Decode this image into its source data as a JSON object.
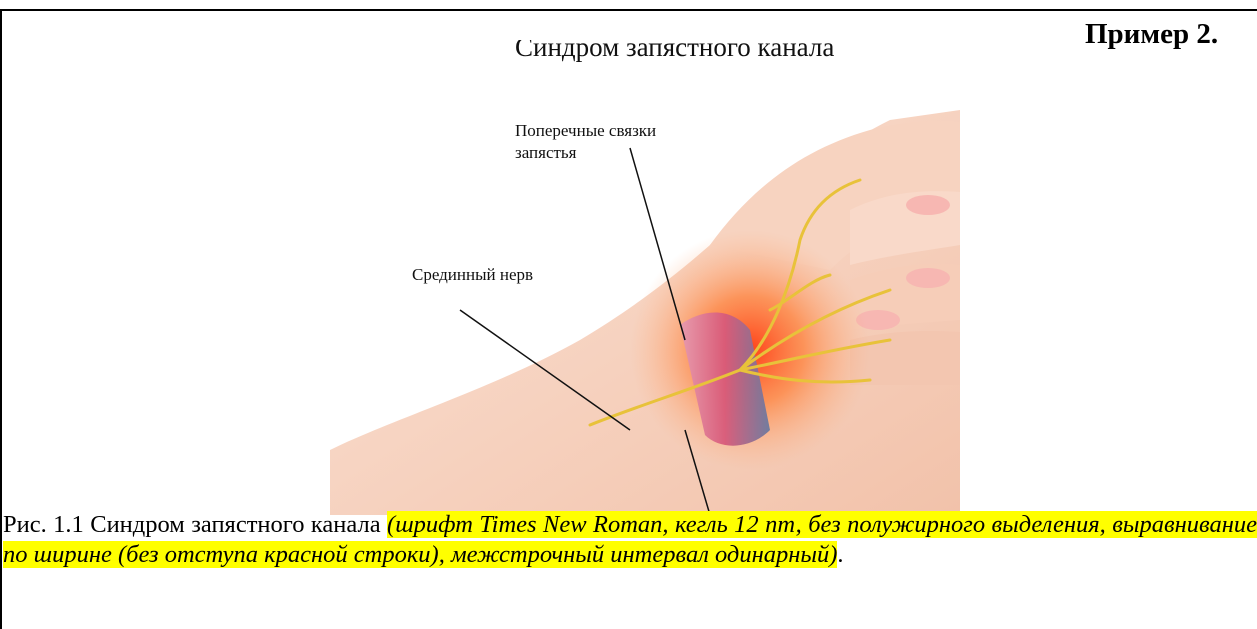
{
  "example_label": "Пример 2.",
  "figure": {
    "title": "Синдром запястного канала",
    "label_ligaments": "Поперечные связки\nзапястья",
    "label_ligaments_line1": "Поперечные связки",
    "label_ligaments_line2": "запястья",
    "label_nerve": "Срединный нерв"
  },
  "caption": {
    "text": "Рис. 1.1 Синдром запястного канала ",
    "highlighted": "(шрифт Times New Roman, кегль 12 пт, без полужирного выделения, выравнивание по ширине (без отступа красной строки), межстрочный интервал одинарный)",
    "end": "."
  },
  "colors": {
    "highlight": "#ffff00",
    "skin": "#f6d0bc",
    "nerve": "#e8c23a",
    "inflammation": "#ff5a2a"
  }
}
